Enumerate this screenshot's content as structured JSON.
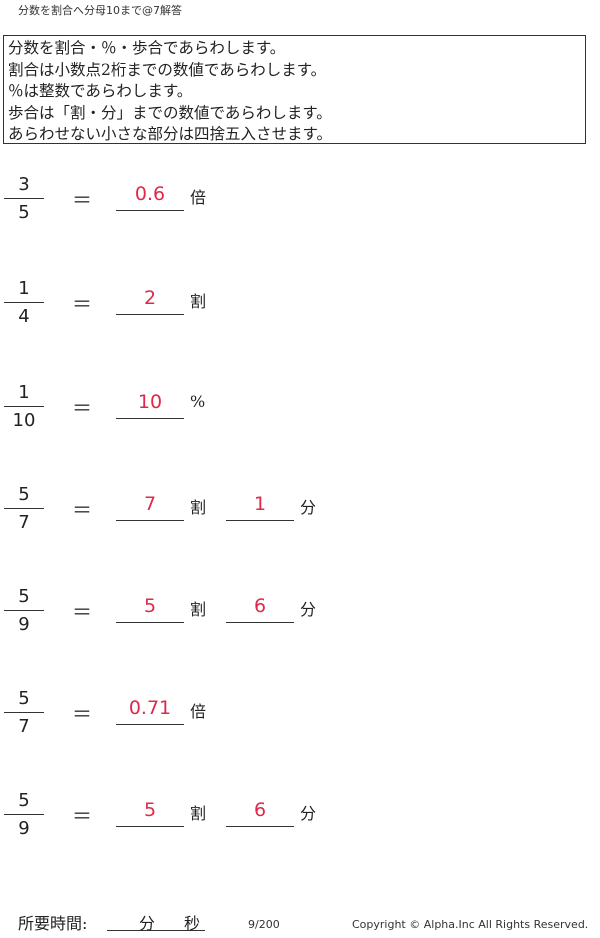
{
  "title": "分数を割合へ分母10まで@7解答",
  "instructions": [
    "分数を割合・％・歩合であらわします。",
    "割合は小数点2桁までの数値であらわします。",
    "％は整数であらわします。",
    "歩合は「割・分」までの数値であらわします。",
    "あらわせない小さな部分は四捨五入させます。"
  ],
  "equals": "＝",
  "problems": [
    {
      "numerator": "3",
      "denominator": "5",
      "answers": [
        {
          "value": "0.6",
          "unit": "倍"
        }
      ]
    },
    {
      "numerator": "1",
      "denominator": "4",
      "answers": [
        {
          "value": "2",
          "unit": "割"
        }
      ]
    },
    {
      "numerator": "1",
      "denominator": "10",
      "answers": [
        {
          "value": "10",
          "unit": "%"
        }
      ]
    },
    {
      "numerator": "5",
      "denominator": "7",
      "answers": [
        {
          "value": "7",
          "unit": "割"
        },
        {
          "value": "1",
          "unit": "分"
        }
      ]
    },
    {
      "numerator": "5",
      "denominator": "9",
      "answers": [
        {
          "value": "5",
          "unit": "割"
        },
        {
          "value": "6",
          "unit": "分"
        }
      ]
    },
    {
      "numerator": "5",
      "denominator": "7",
      "answers": [
        {
          "value": "0.71",
          "unit": "倍"
        }
      ]
    },
    {
      "numerator": "5",
      "denominator": "9",
      "answers": [
        {
          "value": "5",
          "unit": "割"
        },
        {
          "value": "6",
          "unit": "分"
        }
      ]
    }
  ],
  "footer": {
    "time_label": "所要時間:",
    "minutes_label": "分",
    "seconds_label": "秒",
    "page": "9/200",
    "copyright": "Copyright ©  Alpha.Inc All Rights Reserved."
  },
  "colors": {
    "answer": "#e0284a",
    "text": "#222222"
  }
}
